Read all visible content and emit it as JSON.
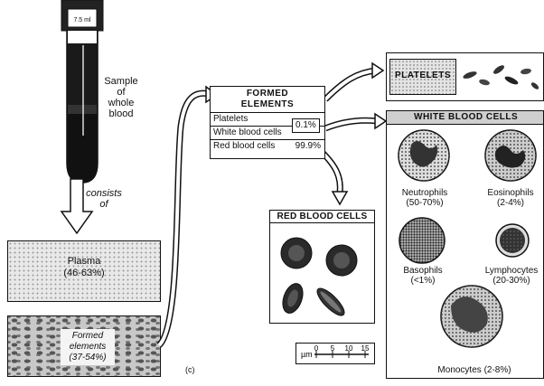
{
  "tube": {
    "cap_text": "7.5 ml",
    "label": "Sample\nof\nwhole\nblood"
  },
  "consists_label": "consists\nof",
  "plasma": {
    "name": "Plasma",
    "percent": "(46-63%)"
  },
  "formed_elements_box": {
    "name": "Formed\nelements",
    "percent": "(37-54%)"
  },
  "formed_elements_table": {
    "title": "FORMED\nELEMENTS",
    "rows": [
      {
        "label": "Platelets",
        "value": ""
      },
      {
        "label": "White blood cells",
        "value": ""
      },
      {
        "label": "Red blood cells",
        "value": "99.9%"
      }
    ],
    "combined_value": "0.1%"
  },
  "platelets_panel": {
    "title": "PLATELETS"
  },
  "wbc_panel": {
    "title": "WHITE BLOOD CELLS",
    "cells": [
      {
        "name": "Neutrophils",
        "percent": "(50-70%)"
      },
      {
        "name": "Eosinophils",
        "percent": "(2-4%)"
      },
      {
        "name": "Basophils",
        "percent": "(<1%)"
      },
      {
        "name": "Lymphocytes",
        "percent": "(20-30%)"
      },
      {
        "name": "Monocytes",
        "percent": "(2-8%)"
      }
    ]
  },
  "rbc_panel": {
    "title": "RED BLOOD CELLS"
  },
  "scale_bar": {
    "unit": "µm",
    "ticks": [
      "0",
      "5",
      "10",
      "15"
    ]
  },
  "figure_part": "(c)",
  "colors": {
    "ink": "#111111",
    "blood": "#1a1a1a",
    "panel_shade": "#cfcfcf"
  }
}
